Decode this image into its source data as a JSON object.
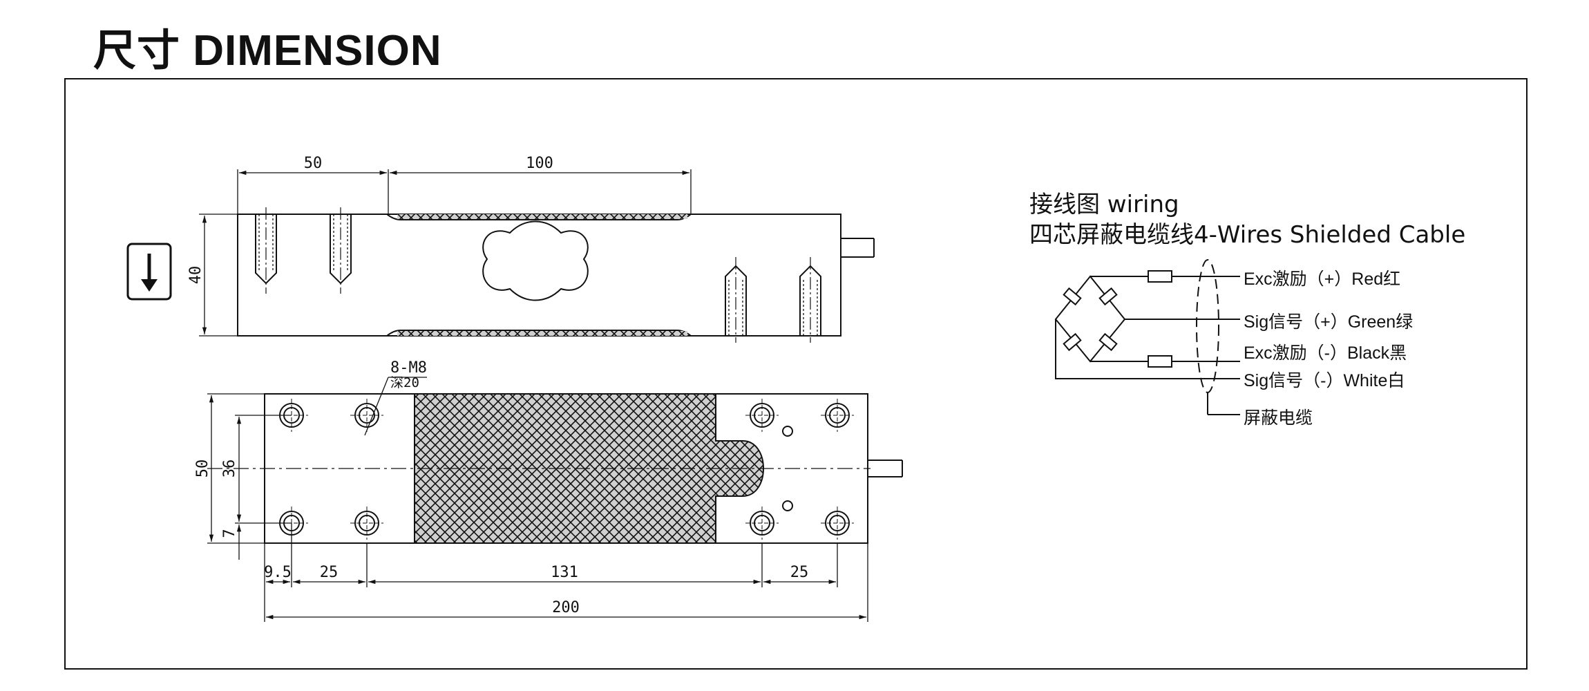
{
  "header": {
    "title_cn": "尺寸",
    "title_en": "DIMENSION"
  },
  "side_view": {
    "dim_top_left": "50",
    "dim_top_right": "100",
    "dim_height": "40"
  },
  "top_view": {
    "thread_label": "8-M8",
    "thread_depth": "深20",
    "dim_width": "50",
    "dim_hole_spacing": "36",
    "dim_edge_offset": "7",
    "dim_edge": "9.5",
    "dim_left_spacing": "25",
    "dim_center_spacing": "131",
    "dim_right_spacing": "25",
    "dim_total_length": "200"
  },
  "wiring": {
    "title": "接线图 wiring",
    "subtitle": "四芯屏蔽电缆线4-Wires Shielded Cable",
    "lines": [
      "Exc激励（+）Red红",
      "Sig信号（+）Green绿",
      "Exc激励（-）Black黑",
      "Sig信号（-）White白"
    ],
    "shield_label": "屏蔽电缆"
  },
  "icons": {
    "load_direction": "arrow-down-icon"
  }
}
